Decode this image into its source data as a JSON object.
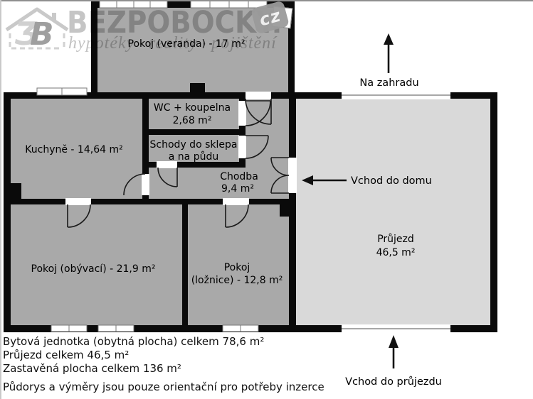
{
  "logo": {
    "brand": "BEZPOBOCKY.",
    "badge": "cz",
    "tagline_words": [
      "hypotéky",
      "reality",
      "pojištění"
    ],
    "tagline_separator": "•"
  },
  "plan": {
    "rooms": {
      "veranda": {
        "label": "Pokoj (veranda) - 17 m²"
      },
      "wc": {
        "line1": "WC + koupelna",
        "line2": "2,68 m²"
      },
      "stairs": {
        "line1": "Schody do sklepa",
        "line2": "a na půdu"
      },
      "kitchen": {
        "label": "Kuchyně - 14,64 m²"
      },
      "hall": {
        "line1": "Chodba",
        "line2": "9,4 m²"
      },
      "passage": {
        "line1": "Průjezd",
        "line2": "46,5 m²"
      },
      "living": {
        "label": "Pokoj (obývací) - 21,9 m²"
      },
      "bedroom": {
        "line1": "Pokoj",
        "line2": "(ložnice) - 12,8 m²"
      }
    },
    "annotations": {
      "garden": "Na zahradu",
      "house_entrance": "Vchod do domu",
      "passage_entrance": "Vchod do průjezdu"
    }
  },
  "summary": {
    "lines": [
      "Bytová jednotka (obytná plocha) celkem 78,6 m²",
      "Průjezd celkem 46,5 m²",
      "Zastavěná plocha celkem 136 m²"
    ],
    "disclaimer": "Půdorys a výměry jsou pouze orientační pro potřeby inzerce"
  },
  "colors": {
    "room_fill": "#a9a9a9",
    "passage_fill": "#d9d9d9",
    "wall": "#0a0a0a",
    "watermark": "#8f8f8f",
    "badge_bg": "#9b9b9b"
  }
}
